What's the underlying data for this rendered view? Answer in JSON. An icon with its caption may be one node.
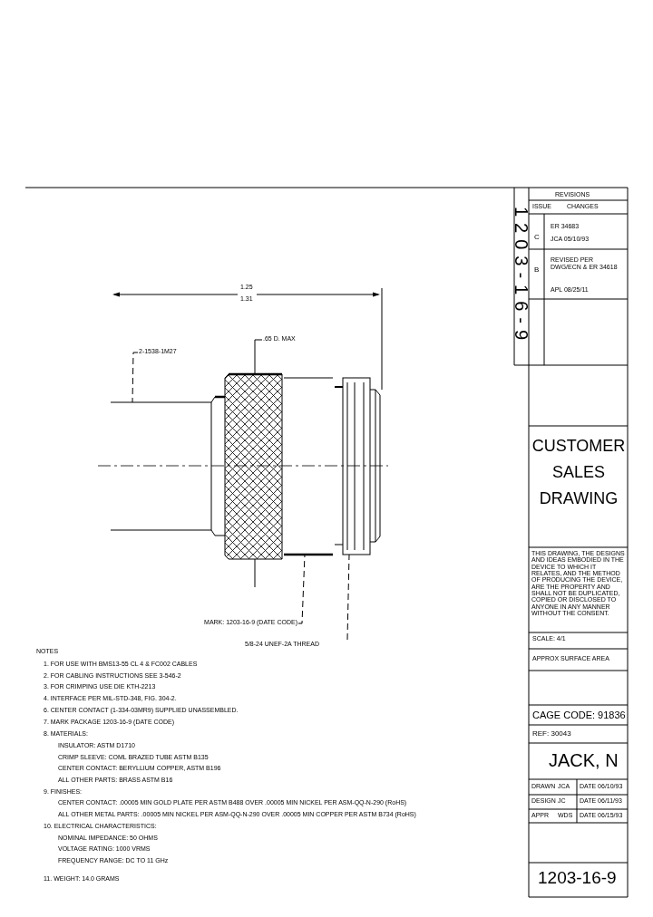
{
  "diagram": {
    "nodes": [
      {
        "text": [
          "2-1538-1M27"
        ]
      },
      {
        "text": [],
        "shape": "box"
      },
      {
        "text": [
          ".65 D. MAX"
        ]
      },
      {
        "text": [],
        "shape": "box"
      },
      {
        "text": [
          "MARK: 1203-16-9 (DATE CODE)"
        ]
      },
      {
        "text": [],
        "shape": "box"
      },
      {
        "text": [
          "5/8-24 UNEF-2A THREAD"
        ]
      },
      {
        "text": [],
        "shape": "box"
      }
    ],
    "edges": [
      {
        "from": 0,
        "to": 1,
        "arrow": "none",
        "style": "dashed"
      },
      {
        "from": 2,
        "to": 3,
        "arrow": "none"
      },
      {
        "from": 4,
        "to": 5,
        "arrow": "none",
        "style": "dashed"
      },
      {
        "from": 6,
        "to": 7,
        "arrow": "none",
        "style": "dashed"
      }
    ],
    "labels": [
      "REVISIONS",
      "ISSUE",
      "CHANGES",
      "C",
      "ER 34683",
      "JCA 05/10/93",
      "B",
      "REVISED PER DWG/ECN & ER 34618",
      "APL 08/25/11",
      "1203-16-9",
      "CUSTOMER SALES DRAWING",
      "THIS DRAWING, THE DESIGNS AND IDEAS EMBODIED IN THE DEVICE TO WHICH IT RELATES, AND THE METHOD OF PRODUCING THE DEVICE, ARE THE PROPERTY AND SHALL NOT BE DUPLICATED, COPIED OR DISCLOSED TO ANYONE IN ANY MANNER WITHOUT THE CONSENT.",
      "SCALE: 4/1",
      "APPROX SURFACE AREA",
      "CAGE CODE: 91836",
      "REF: 30043",
      "JACK, N",
      "DRAWN",
      "JCA",
      "DATE 06/10/93",
      "DESIGN",
      "JC",
      "DATE 06/11/93",
      "APPR",
      "WDS",
      "DATE 06/15/93",
      "1203-16-9",
      "1.25",
      "1.31",
      "NOTES",
      "1. FOR USE WITH BMS13-55 CL 4 & FC002 CABLES",
      "2. FOR CABLING INSTRUCTIONS SEE 3-546-2",
      "3. FOR CRIMPING USE DIE KTH-2213",
      "4. INTERFACE PER MIL-STD-348, FIG. 304-2.",
      "6. CENTER CONTACT (1-334-03MR9) SUPPLIED UNASSEMBLED.",
      "7. MARK PACKAGE 1203-16-9 (DATE CODE)",
      "8. MATERIALS:",
      "INSULATOR: ASTM D1710",
      "CRIMP SLEEVE: COML BRAZED TUBE ASTM B135",
      "CENTER CONTACT: BERYLLIUM COPPER, ASTM B196",
      "ALL OTHER PARTS: BRASS ASTM B16",
      "9. FINISHES:",
      "CENTER CONTACT: .00005 MIN GOLD PLATE PER ASTM B488 OVER .00005 MIN NICKEL PER ASM-QQ-N-290 (RoHS)",
      "ALL OTHER METAL PARTS: .00005 MIN NICKEL PER ASM-QQ-N-290 OVER .00005 MIN COPPER PER ASTM B734 (RoHS)",
      "10. ELECTRICAL CHARACTERISTICS:",
      "NOMINAL IMPEDANCE: 50 OHMS",
      "VOLTAGE RATING: 1000 VRMS",
      "FREQUENCY RANGE: DC TO 11 GHz",
      "11. WEIGHT: 14.0 GRAMS"
    ]
  }
}
